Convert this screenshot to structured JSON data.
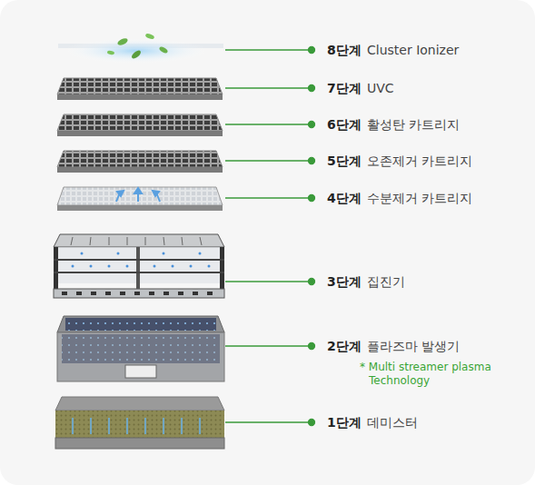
{
  "diagram": {
    "labels": [
      "8단계",
      "Cluster Ionizer",
      "7단계",
      "UVC",
      "6단계",
      "활성탄 카트리지",
      "5단계",
      "오존제거 카트리지",
      "4단계",
      "수분제거 카트리지",
      "3단계",
      "집진기",
      "2단계",
      "플라즈마 발생기",
      "* Multi streamer plasma Technology",
      "1단계",
      "데미스터"
    ]
  }
}
